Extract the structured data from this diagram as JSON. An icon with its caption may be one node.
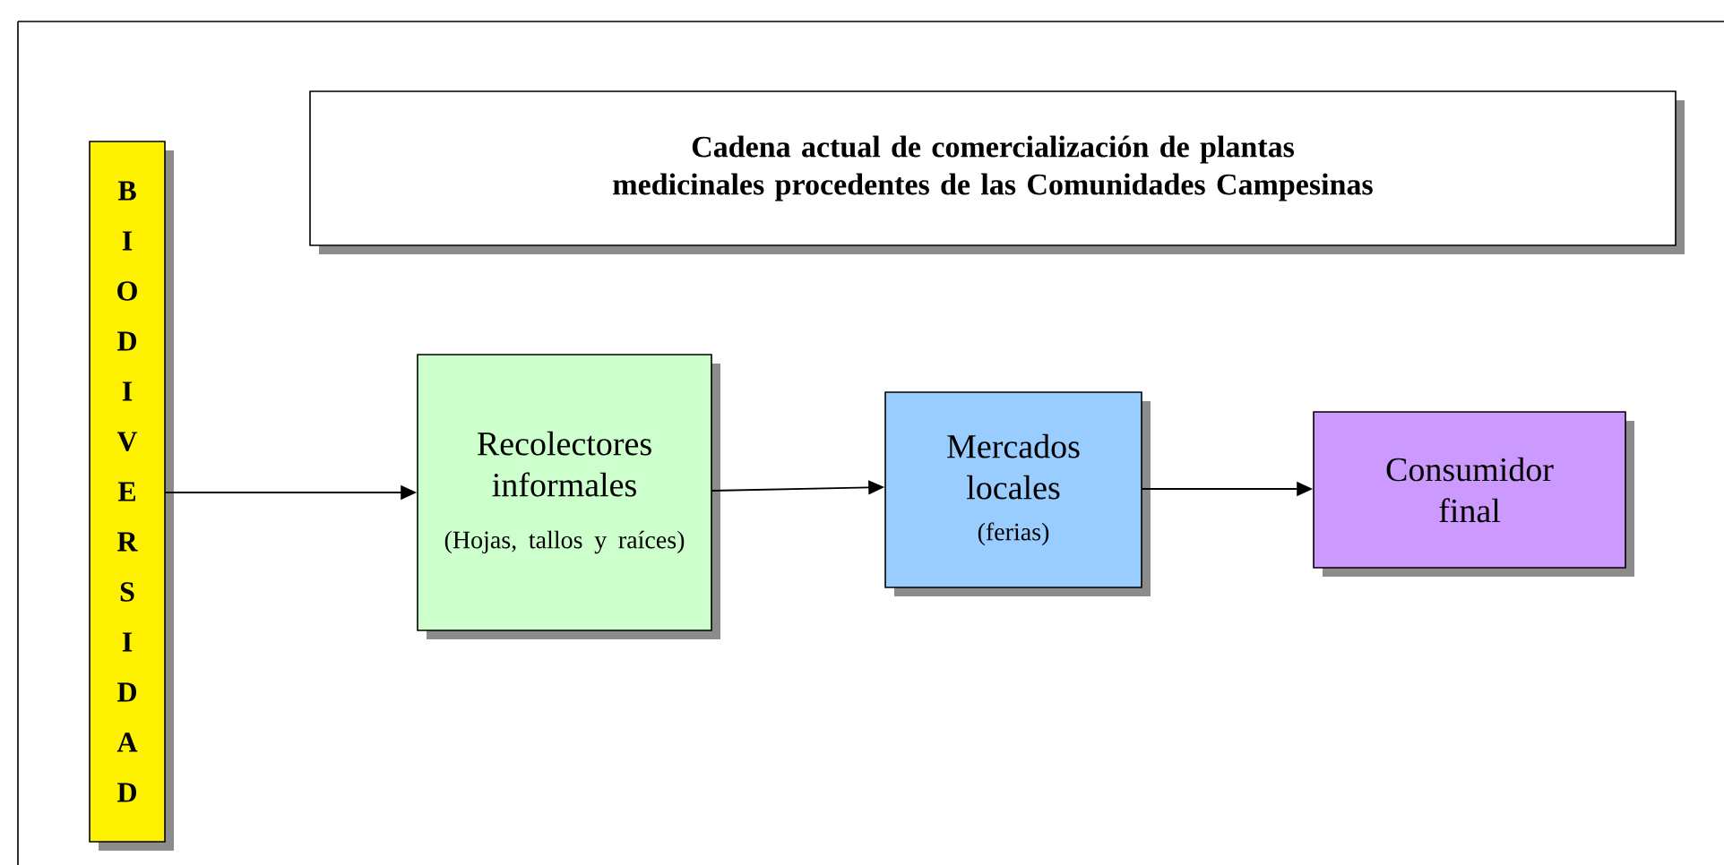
{
  "diagram": {
    "nodes": [
      {
        "text": [
          "Cadena actual de comercialización de plantas medicinales procedentes de las Comunidades Campesinas"
        ]
      },
      {
        "text": [
          "BIODIVERSIDAD"
        ]
      },
      {
        "text": [
          "Recolectores informales",
          "(Hojas, tallos y raíces)"
        ]
      },
      {
        "text": [
          "Mercados locales",
          "(ferias)"
        ]
      },
      {
        "text": [
          "Consumidor final"
        ]
      }
    ],
    "edges": [
      {
        "from": 1,
        "to": 2,
        "arrow": "to"
      },
      {
        "from": 2,
        "to": 3,
        "arrow": "to"
      },
      {
        "from": 3,
        "to": 4,
        "arrow": "to"
      }
    ]
  }
}
